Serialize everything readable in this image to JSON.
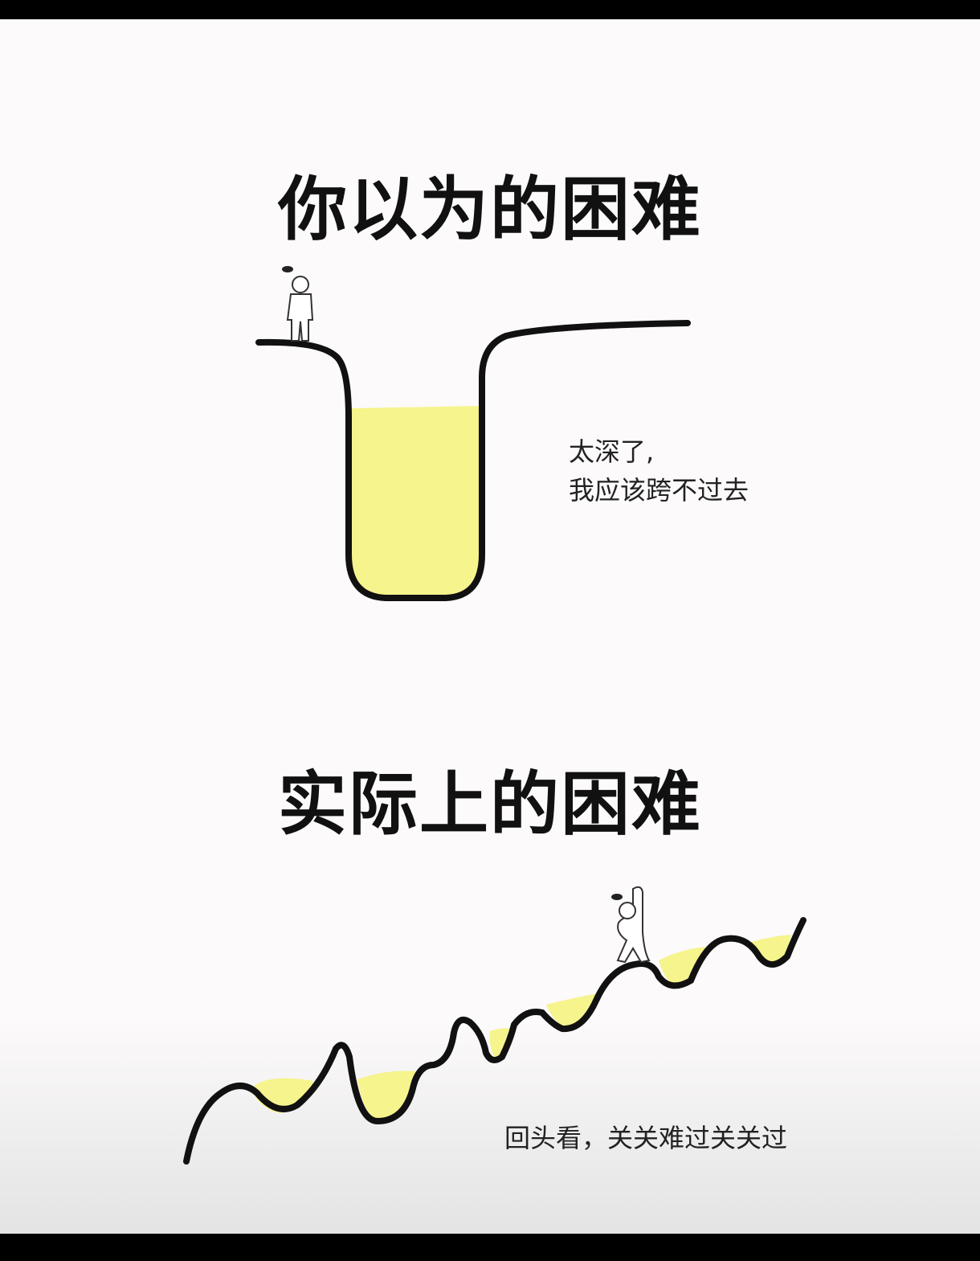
{
  "top": {
    "title": "你以为的困难",
    "caption_line1": "太深了,",
    "caption_line2": "我应该跨不过去"
  },
  "bottom": {
    "title": "实际上的困难",
    "caption": "回头看，关关难过关关过"
  },
  "colors": {
    "fill": "#f6f48c",
    "line": "#111111",
    "background": "#fcfafb"
  }
}
